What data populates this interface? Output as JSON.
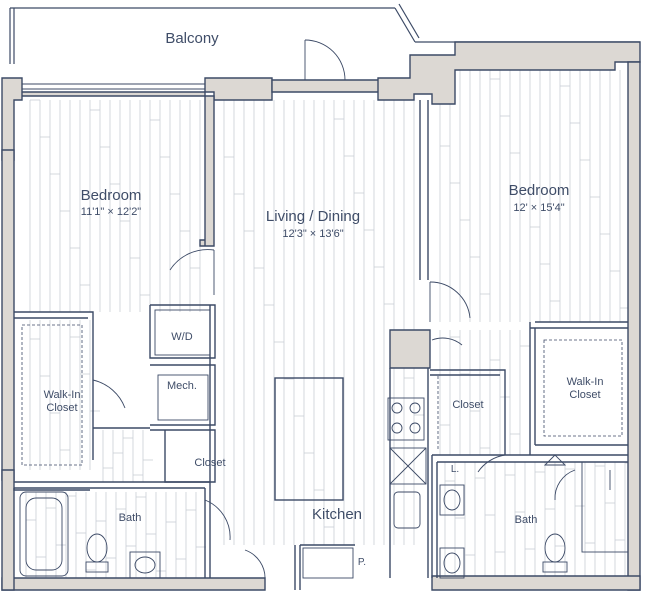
{
  "floor_plan": {
    "colors": {
      "wall_fill": "#dcd8d3",
      "wall_stroke": "#3c4a66",
      "floor_line": "#c9ced6",
      "text": "#3f4d68"
    },
    "rooms": {
      "balcony": {
        "label": "Balcony"
      },
      "bedroom_left": {
        "label": "Bedroom",
        "dimensions": "11'1\" × 12'2\""
      },
      "living_dining": {
        "label": "Living / Dining",
        "dimensions": "12'3\" × 13'6\""
      },
      "bedroom_right": {
        "label": "Bedroom",
        "dimensions": "12' × 15'4\""
      },
      "washer_dryer": {
        "label": "W/D"
      },
      "mechanical": {
        "label": "Mech."
      },
      "walk_in_closet_left": {
        "label": "Walk-In\nCloset"
      },
      "closet_left": {
        "label": "Closet"
      },
      "bath_left": {
        "label": "Bath"
      },
      "kitchen": {
        "label": "Kitchen"
      },
      "pantry": {
        "label": "P."
      },
      "closet_right": {
        "label": "Closet"
      },
      "walk_in_closet_right": {
        "label": "Walk-In\nCloset"
      },
      "linen": {
        "label": "L."
      },
      "bath_right": {
        "label": "Bath"
      }
    }
  }
}
